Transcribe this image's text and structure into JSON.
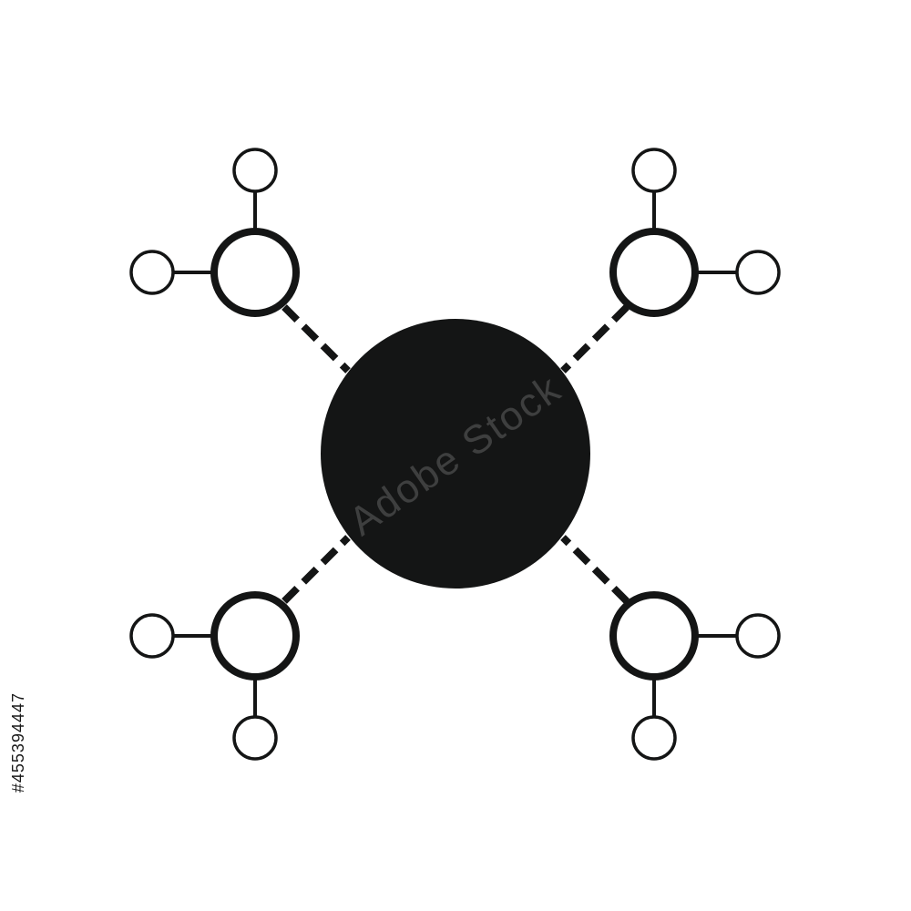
{
  "colors": {
    "background": "#ffffff",
    "ink": "#141515",
    "center_fill": "#141515",
    "node_fill": "#ffffff"
  },
  "diagram": {
    "center": {
      "shape": "filled-circle"
    },
    "satellites": [
      {
        "name": "top-left",
        "connector": "dashed",
        "children": 2
      },
      {
        "name": "top-right",
        "connector": "dashed",
        "children": 2
      },
      {
        "name": "bottom-left",
        "connector": "dashed",
        "children": 2
      },
      {
        "name": "bottom-right",
        "connector": "dashed",
        "children": 2
      }
    ]
  },
  "watermark_text": "Adobe Stock",
  "stock_id": "#455394447"
}
